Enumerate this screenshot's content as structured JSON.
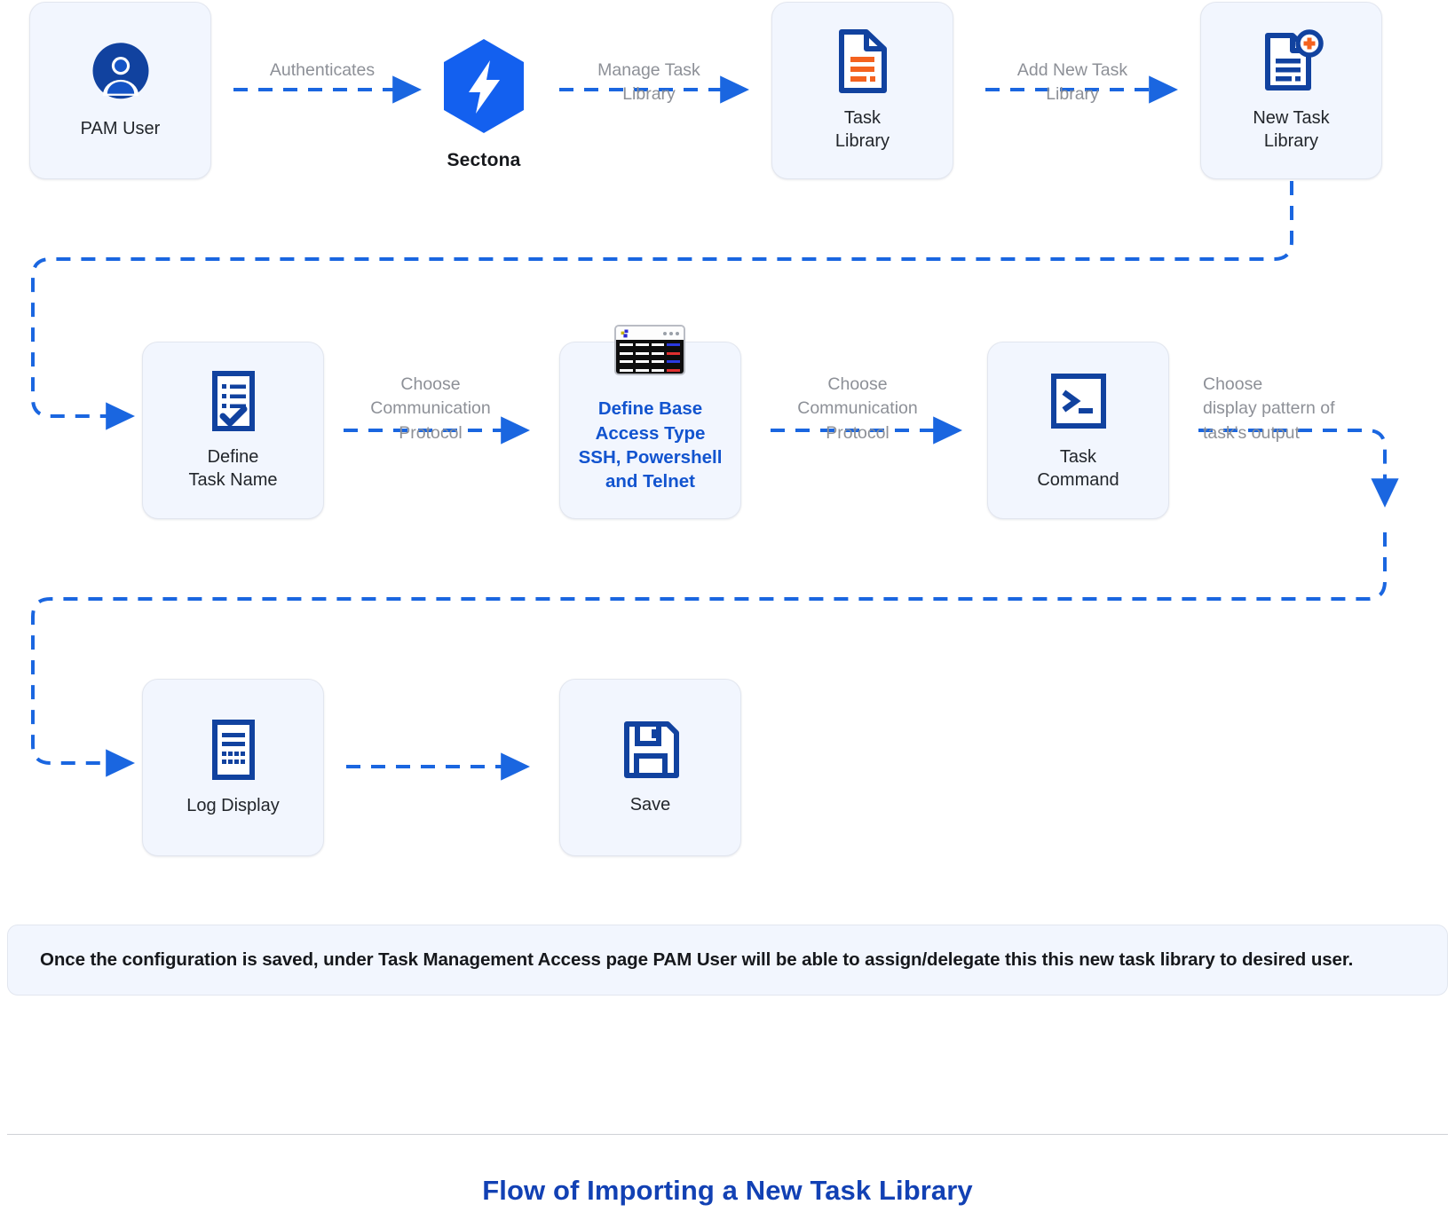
{
  "diagram": {
    "title": "Flow of Importing a New Task Library",
    "note": "Once the configuration is saved, under Task Management Access page PAM User will be able to assign/delegate this this new task library to desired user.",
    "colors": {
      "arrow": "#1a66e0",
      "card_bg": "#f2f6fe",
      "card_border": "#e2e6ef",
      "icon_blue": "#11429f",
      "icon_orange": "#f4621f",
      "brand_blue": "#1360ef",
      "label_gray": "#8d9097",
      "title_blue": "#1241b4",
      "accent_text": "#1254cf"
    },
    "nodes": [
      {
        "id": "pam-user",
        "label": "PAM User",
        "icon": "user-avatar-icon"
      },
      {
        "id": "sectona",
        "label": "Sectona",
        "icon": "sectona-logo-icon"
      },
      {
        "id": "task-library",
        "label": "Task\nLibrary",
        "icon": "document-list-icon"
      },
      {
        "id": "new-task-library",
        "label": "New Task\nLibrary",
        "icon": "document-add-icon"
      },
      {
        "id": "define-task-name",
        "label": "Define\nTask Name",
        "icon": "checklist-icon"
      },
      {
        "id": "define-base-access-type",
        "label": "Define Base\nAccess Type\nSSH, Powershell\nand Telnet",
        "icon": "terminal-window-icon"
      },
      {
        "id": "task-command",
        "label": "Task\nCommand",
        "icon": "command-prompt-icon"
      },
      {
        "id": "log-display",
        "label": "Log Display",
        "icon": "log-document-icon"
      },
      {
        "id": "save",
        "label": "Save",
        "icon": "floppy-disk-icon"
      }
    ],
    "edges": [
      {
        "id": "authenticates",
        "label": "Authenticates"
      },
      {
        "id": "manage-task-library",
        "label": "Manage Task\nLibrary"
      },
      {
        "id": "add-new-task-library",
        "label": "Add New Task\nLibrary"
      },
      {
        "id": "choose-protocol-1",
        "label": "Choose\nCommunication\nProtocol"
      },
      {
        "id": "choose-protocol-2",
        "label": "Choose\nCommunication\nProtocol"
      },
      {
        "id": "choose-display-pattern",
        "label": "Choose\ndisplay pattern of\ntask's output"
      },
      {
        "id": "log-to-save",
        "label": ""
      }
    ]
  }
}
